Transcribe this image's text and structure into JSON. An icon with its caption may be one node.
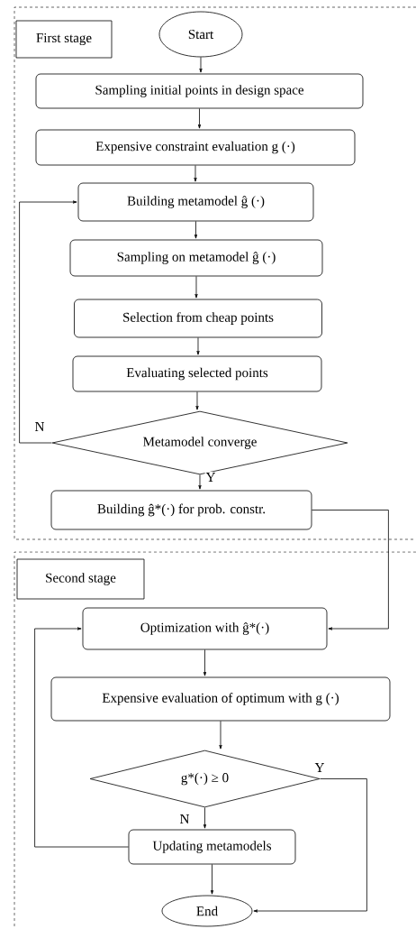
{
  "diagram": {
    "nodes": [
      {
        "text": [
          "First stage"
        ]
      },
      {
        "text": [
          "Start"
        ],
        "in": 0
      },
      {
        "text": [
          "Sampling initial points in design space"
        ],
        "in": 0
      },
      {
        "text": [
          "Expensive constraint evaluation g (·)"
        ],
        "in": 0
      },
      {
        "text": [
          "Building metamodel ĝ (·)"
        ],
        "in": 0
      },
      {
        "text": [
          "Sampling on metamodel ĝ (·)"
        ],
        "in": 0
      },
      {
        "text": [
          "Selection from cheap points"
        ],
        "in": 0
      },
      {
        "text": [
          "Evaluating selected points"
        ],
        "in": 0
      },
      {
        "text": [
          "Metamodel converge"
        ],
        "in": 0
      },
      {
        "text": [
          "Building ĝ*(·) for prob. constr."
        ],
        "in": 0
      },
      {
        "text": [
          "Second stage"
        ]
      },
      {
        "text": [
          "Optimization with ĝ*(·)"
        ],
        "in": 10
      },
      {
        "text": [
          "Expensive evaluation of optimum with g (·)"
        ],
        "in": 10
      },
      {
        "text": [
          "g*(·) ≥ 0"
        ],
        "in": 10
      },
      {
        "text": [
          "Updating metamodels"
        ],
        "in": 10
      },
      {
        "text": [
          "End"
        ],
        "in": 10
      }
    ],
    "edges": [
      {
        "from": 1,
        "to": 2,
        "arrow": "to"
      },
      {
        "from": 2,
        "to": 3,
        "arrow": "to"
      },
      {
        "from": 3,
        "to": 4,
        "arrow": "to"
      },
      {
        "from": 4,
        "to": 5,
        "arrow": "to"
      },
      {
        "from": 5,
        "to": 6,
        "arrow": "to"
      },
      {
        "from": 6,
        "to": 7,
        "arrow": "to"
      },
      {
        "from": 7,
        "to": 8,
        "arrow": "to"
      },
      {
        "from": 8,
        "to": 4,
        "arrow": "to",
        "label": "N"
      },
      {
        "from": 8,
        "to": 9,
        "arrow": "to",
        "label": "Y"
      },
      {
        "from": 9,
        "to": 11,
        "arrow": "to"
      },
      {
        "from": 11,
        "to": 12,
        "arrow": "to"
      },
      {
        "from": 12,
        "to": 13,
        "arrow": "to"
      },
      {
        "from": 13,
        "to": 14,
        "arrow": "to",
        "label": "N"
      },
      {
        "from": 13,
        "to": 15,
        "arrow": "to",
        "label": "Y"
      },
      {
        "from": 14,
        "to": 11,
        "arrow": "to"
      },
      {
        "from": 14,
        "to": 15,
        "arrow": "to"
      }
    ]
  }
}
